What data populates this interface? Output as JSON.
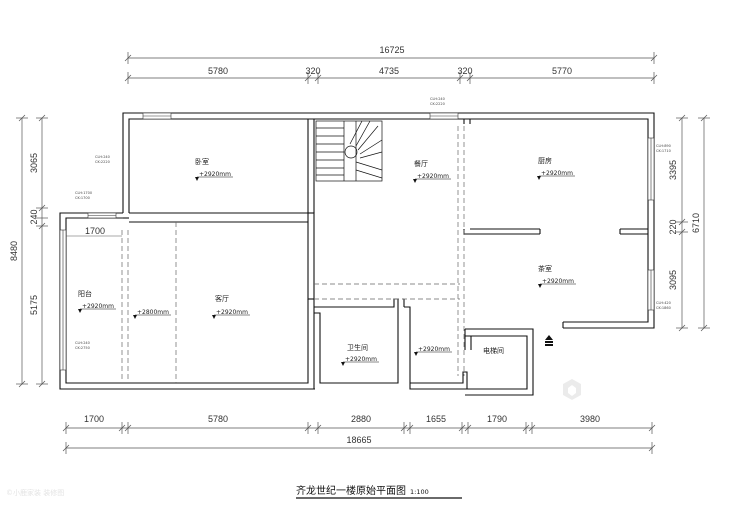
{
  "title": "齐龙世纪一楼原始平面图",
  "scale": "1:100",
  "watermark": "©小鹿家装  装修图",
  "dims": {
    "top_total": "16725",
    "top_parts": [
      "5780",
      "320",
      "4735",
      "320",
      "5770"
    ],
    "bottom_parts": [
      "1700",
      "5780",
      "2880",
      "1655",
      "1790",
      "3980"
    ],
    "bottom_total": "18665",
    "left_total": "8480",
    "left_parts": [
      "3065",
      "240",
      "5175"
    ],
    "right_total": "6710",
    "right_parts": [
      "3395",
      "220",
      "3095"
    ],
    "inner_1700": "1700"
  },
  "rooms": {
    "bedroom": "卧室",
    "dining": "餐厅",
    "kitchen": "厨房",
    "balcony": "阳台",
    "living": "客厅",
    "tearoom": "茶室",
    "bathroom": "卫生间",
    "elevator": "电梯间"
  },
  "elevations": {
    "e2920": "+2920mm",
    "e2800": "+2800mm"
  },
  "window_notes": {
    "w1a": "CLH:240",
    "w1b": "CK:2220",
    "w2a": "CLH:240",
    "w2b": "CK:2220",
    "w3a": "CLH:1700",
    "w3b": "CK:1700",
    "w4a": "CLH:890",
    "w4b": "CK:1710",
    "w5a": "CLH:240",
    "w5b": "CK:2750",
    "w6a": "CLH:420",
    "w6b": "CK:1860"
  }
}
